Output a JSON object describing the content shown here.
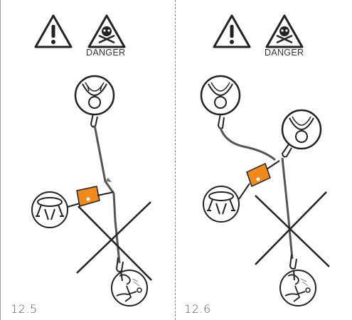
{
  "panels": [
    {
      "id": "12.5",
      "caption": "12.5",
      "danger_label": "DANGER"
    },
    {
      "id": "12.6",
      "caption": "12.6",
      "danger_label": "DANGER"
    }
  ],
  "colors": {
    "line": "#222222",
    "orange": "#f08a1c",
    "rope_gray": "#555555"
  },
  "icons": [
    "warning-exclamation-icon",
    "warning-skull-icon",
    "anchor-ring-icon",
    "harness-icon",
    "fallen-climber-icon",
    "prohibited-cross-icon",
    "belay-device-icon"
  ]
}
